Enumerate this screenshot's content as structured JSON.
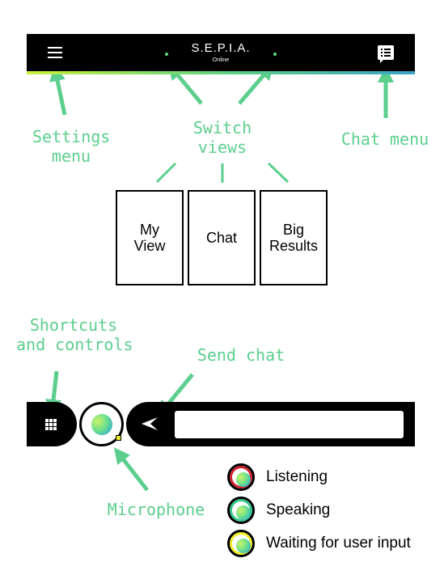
{
  "app": {
    "title": "S.E.P.I.A.",
    "status": "Online"
  },
  "annotations": {
    "settings_menu": [
      "Settings",
      "menu"
    ],
    "switch_views": [
      "Switch",
      "views"
    ],
    "chat_menu": "Chat menu",
    "shortcuts": [
      "Shortcuts",
      "and controls"
    ],
    "send_chat": "Send chat",
    "microphone": "Microphone"
  },
  "views": [
    {
      "line1": "My",
      "line2": "View"
    },
    {
      "line1": "Chat",
      "line2": ""
    },
    {
      "line1": "Big",
      "line2": "Results"
    }
  ],
  "chat_input": {
    "value": "",
    "placeholder": ""
  },
  "legend": [
    {
      "label": "Listening",
      "color": "#d1202e"
    },
    {
      "label": "Speaking",
      "color": "#36c98a"
    },
    {
      "label": "Waiting for user input",
      "color": "#f2ee2a"
    }
  ],
  "colors": {
    "annotation": "#5ccf8e",
    "bar": "#000000",
    "accent_gradient": [
      "#c8f03a",
      "#5fd27f",
      "#3aa3c9"
    ]
  },
  "icons": [
    "menu-icon",
    "chat-menu-icon",
    "grid-icon",
    "send-icon",
    "microphone-orb"
  ]
}
